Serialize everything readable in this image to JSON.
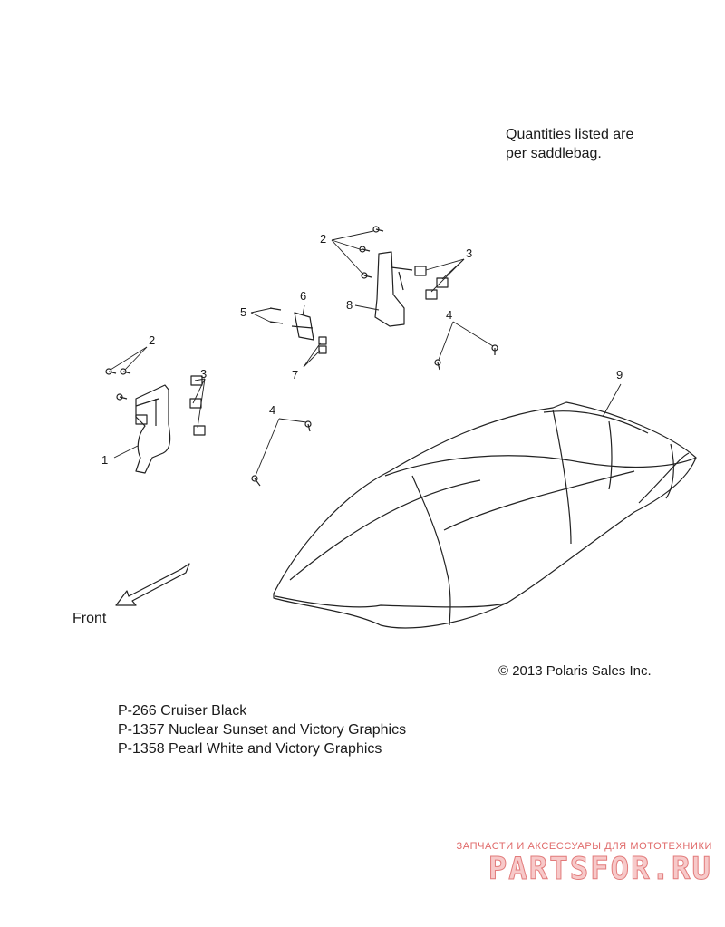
{
  "note": {
    "line1": "Quantities listed are",
    "line2": "per saddlebag."
  },
  "copyright": "© 2013 Polaris Sales Inc.",
  "legend": [
    "P-266  Cruiser Black",
    "P-1357 Nuclear Sunset and Victory Graphics",
    "P-1358 Pearl White and Victory Graphics"
  ],
  "front_label": "Front",
  "callouts": {
    "c1": "1",
    "c2a": "2",
    "c2b": "2",
    "c3a": "3",
    "c3b": "3",
    "c4a": "4",
    "c4b": "4",
    "c5": "5",
    "c6": "6",
    "c7": "7",
    "c8": "8",
    "c9": "9"
  },
  "watermark": {
    "subtitle": "ЗАПЧАСТИ И АКСЕССУАРЫ ДЛЯ МОТОТЕХНИКИ",
    "brand": "PARTSFOR.RU"
  }
}
